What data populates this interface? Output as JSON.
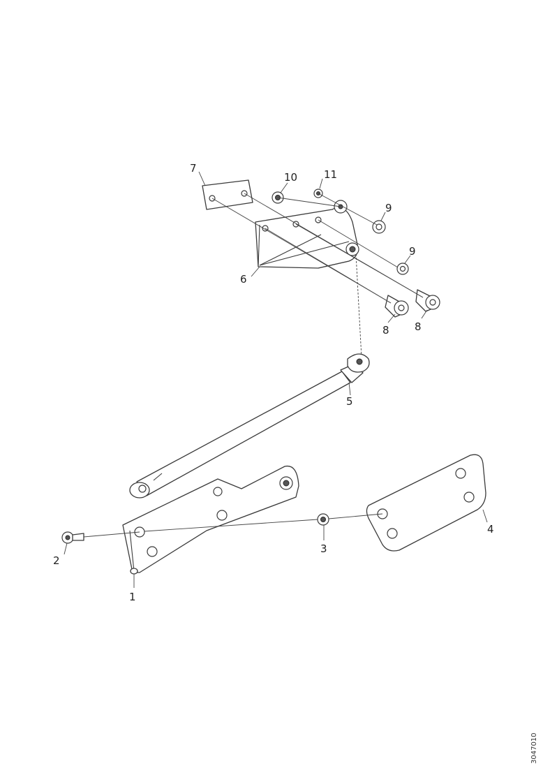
{
  "callouts": {
    "c1": "1",
    "c2": "2",
    "c3": "3",
    "c4": "4",
    "c5": "5",
    "c6": "6",
    "c7": "7",
    "c8a": "8",
    "c8b": "8",
    "c9a": "9",
    "c9b": "9",
    "c10": "10",
    "c11": "11"
  },
  "figure_code": "3047010"
}
